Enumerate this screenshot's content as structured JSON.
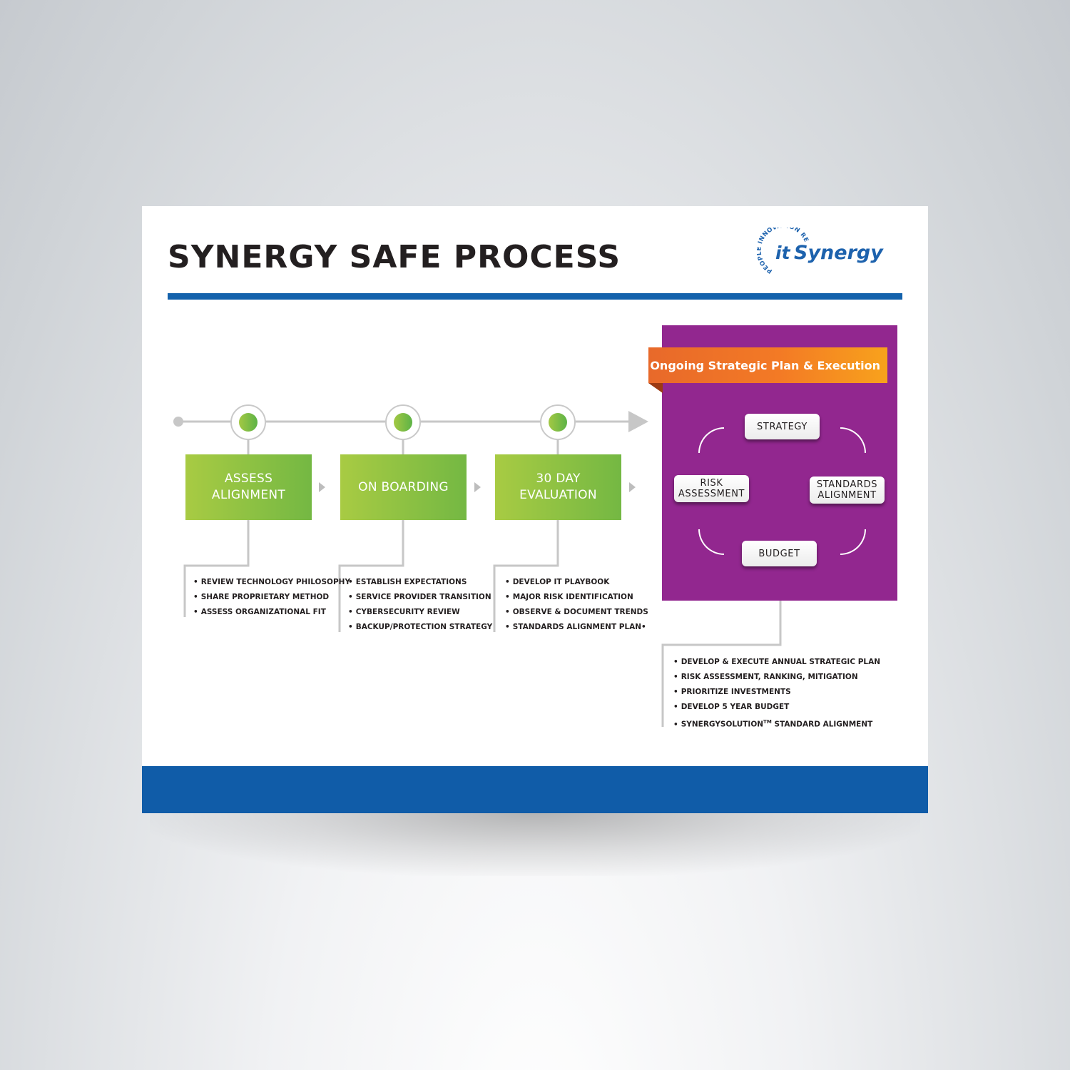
{
  "page": {
    "title": "SYNERGY SAFE PROCESS",
    "colors": {
      "brand_blue": "#105ca8",
      "step_green": "#8cc043",
      "purple": "#92278f",
      "orange": "#f37a25"
    }
  },
  "logo": {
    "arc_text": "PEOPLE INNOVATION RESULTS",
    "prefix": "it",
    "word": "Synergy"
  },
  "steps": [
    {
      "label": "ASSESS ALIGNMENT",
      "bullets": [
        "REVIEW TECHNOLOGY PHILOSOPHY",
        "SHARE PROPRIETARY METHOD",
        "ASSESS ORGANIZATIONAL FIT"
      ]
    },
    {
      "label": "ON BOARDING",
      "bullets": [
        "ESTABLISH EXPECTATIONS",
        "SERVICE PROVIDER TRANSITION",
        "CYBERSECURITY REVIEW",
        "BACKUP/PROTECTION STRATEGY"
      ]
    },
    {
      "label": "30 DAY EVALUATION",
      "bullets": [
        "DEVELOP IT PLAYBOOK",
        "MAJOR RISK IDENTIFICATION",
        "OBSERVE & DOCUMENT TRENDS",
        "STANDARDS ALIGNMENT PLAN•"
      ]
    }
  ],
  "ongoing": {
    "banner": "Ongoing Strategic Plan & Execution",
    "cycle": {
      "strategy": "STRATEGY",
      "risk": "RISK ASSESSMENT",
      "standards": "STANDARDS ALIGNMENT",
      "budget": "BUDGET"
    },
    "bullets": [
      "DEVELOP & EXECUTE ANNUAL STRATEGIC PLAN",
      "RISK ASSESSMENT, RANKING, MITIGATION",
      "PRIORITIZE INVESTMENTS",
      "DEVELOP 5 YEAR BUDGET"
    ],
    "last_bullet": {
      "text": "SYNERGYSOLUTION",
      "trademark": "TM",
      "suffix": " STANDARD ALIGNMENT"
    }
  }
}
